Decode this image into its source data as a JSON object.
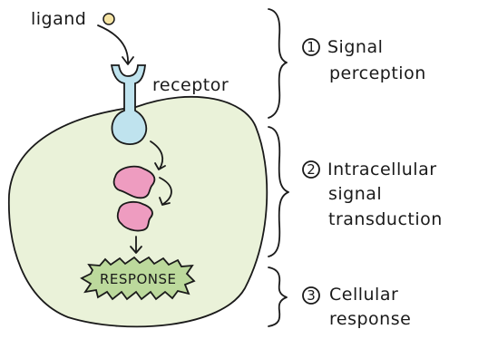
{
  "colors": {
    "cell_fill": "#eaf2d9",
    "receptor_fill": "#bfe3ee",
    "relay_fill": "#ee9cc0",
    "response_fill": "#bcd99c",
    "ligand_fill": "#f6e4a4",
    "ink": "#1a1a1a"
  },
  "labels": {
    "ligand": "ligand",
    "receptor": "receptor",
    "response_box": "RESPONSE"
  },
  "steps": [
    {
      "number": "1",
      "lines": [
        "Signal",
        "perception"
      ]
    },
    {
      "number": "2",
      "lines": [
        "Intracellular",
        "signal",
        "transduction"
      ]
    },
    {
      "number": "3",
      "lines": [
        "Cellular",
        "response"
      ]
    }
  ]
}
